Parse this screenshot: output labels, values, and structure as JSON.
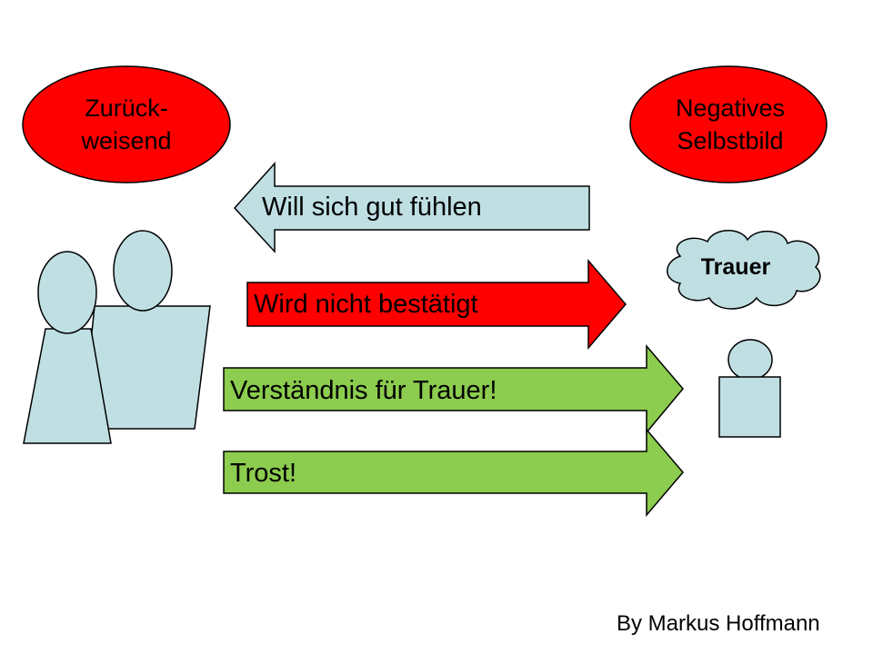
{
  "diagram": {
    "left_ellipse": {
      "line1": "Zurück-",
      "line2": "weisend",
      "color": "#ff0000"
    },
    "right_ellipse": {
      "line1": "Negatives",
      "line2": "Selbstbild",
      "color": "#ff0000"
    },
    "arrows": [
      {
        "label": "Will sich gut fühlen",
        "direction": "left",
        "color": "#bfdfe3"
      },
      {
        "label": "Wird nicht bestätigt",
        "direction": "right",
        "color": "#ff0000"
      },
      {
        "label": "Verständnis für Trauer!",
        "direction": "right",
        "color": "#8ccc4e"
      },
      {
        "label": "Trost!",
        "direction": "right",
        "color": "#8ccc4e"
      }
    ],
    "cloud": {
      "label": "Trauer",
      "color": "#bfdfe3"
    },
    "figure_color": "#bfdfe3"
  },
  "credit": "By Markus Hoffmann"
}
